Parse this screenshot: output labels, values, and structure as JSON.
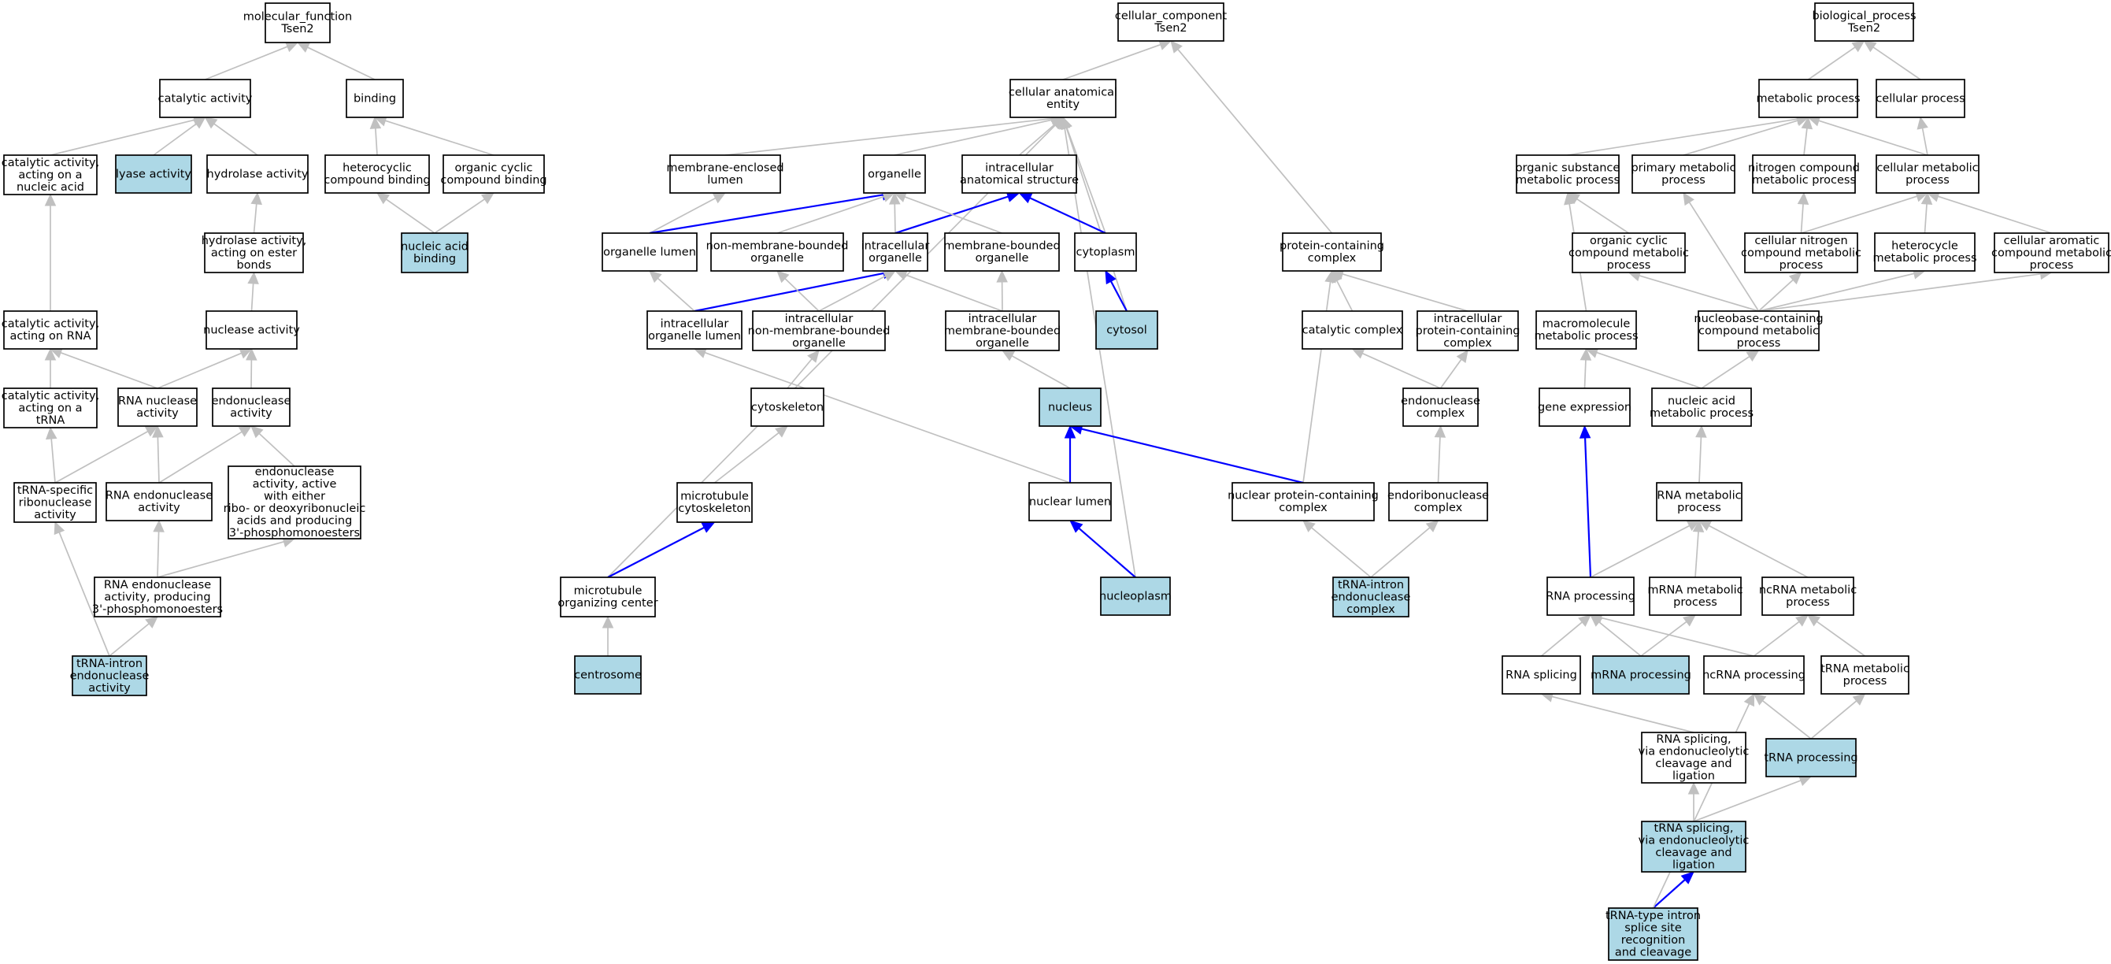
{
  "colors": {
    "plain_fill": "#ffffff",
    "highlight_fill": "#add8e6",
    "grey_edge": "#c0c0c0",
    "blue_edge": "#0000ff",
    "border": "#000000"
  },
  "nodes": [
    {
      "id": "mf",
      "lines": [
        "molecular_function",
        "Tsen2"
      ],
      "highlight": false
    },
    {
      "id": "catalytic",
      "lines": [
        "catalytic activity"
      ],
      "highlight": false
    },
    {
      "id": "binding",
      "lines": [
        "binding"
      ],
      "highlight": false
    },
    {
      "id": "cat_na",
      "lines": [
        "catalytic activity,",
        "acting on a",
        "nucleic acid"
      ],
      "highlight": false
    },
    {
      "id": "lyase",
      "lines": [
        "lyase activity"
      ],
      "highlight": true
    },
    {
      "id": "hydrolase",
      "lines": [
        "hydrolase activity"
      ],
      "highlight": false
    },
    {
      "id": "hetero_bind",
      "lines": [
        "heterocyclic",
        "compound binding"
      ],
      "highlight": false
    },
    {
      "id": "orgcyc_bind",
      "lines": [
        "organic cyclic",
        "compound binding"
      ],
      "highlight": false
    },
    {
      "id": "hydro_ester",
      "lines": [
        "hydrolase activity,",
        "acting on ester",
        "bonds"
      ],
      "highlight": false
    },
    {
      "id": "na_bind",
      "lines": [
        "nucleic acid",
        "binding"
      ],
      "highlight": true
    },
    {
      "id": "cat_rna",
      "lines": [
        "catalytic activity,",
        "acting on RNA"
      ],
      "highlight": false
    },
    {
      "id": "nuclease",
      "lines": [
        "nuclease activity"
      ],
      "highlight": false
    },
    {
      "id": "cat_trna",
      "lines": [
        "catalytic activity,",
        "acting on a",
        "tRNA"
      ],
      "highlight": false
    },
    {
      "id": "rna_nuclease",
      "lines": [
        "RNA nuclease",
        "activity"
      ],
      "highlight": false
    },
    {
      "id": "endonuclease",
      "lines": [
        "endonuclease",
        "activity"
      ],
      "highlight": false
    },
    {
      "id": "trna_ribonuc",
      "lines": [
        "tRNA-specific",
        "ribonuclease",
        "activity"
      ],
      "highlight": false
    },
    {
      "id": "rna_endo",
      "lines": [
        "RNA endonuclease",
        "activity"
      ],
      "highlight": false
    },
    {
      "id": "endo_active",
      "lines": [
        "endonuclease",
        "activity, active",
        "with either",
        "ribo- or deoxyribonucleic",
        "acids and producing",
        "3'-phosphomonoesters"
      ],
      "highlight": false
    },
    {
      "id": "rna_endo_3p",
      "lines": [
        "RNA endonuclease",
        "activity, producing",
        "3'-phosphomonoesters"
      ],
      "highlight": false
    },
    {
      "id": "trna_intron_endo_act",
      "lines": [
        "tRNA-intron",
        "endonuclease",
        "activity"
      ],
      "highlight": true
    },
    {
      "id": "cc",
      "lines": [
        "cellular_component",
        "Tsen2"
      ],
      "highlight": false
    },
    {
      "id": "cae",
      "lines": [
        "cellular anatomical",
        "entity"
      ],
      "highlight": false
    },
    {
      "id": "mem_lumen",
      "lines": [
        "membrane-enclosed",
        "lumen"
      ],
      "highlight": false
    },
    {
      "id": "organelle",
      "lines": [
        "organelle"
      ],
      "highlight": false
    },
    {
      "id": "ias",
      "lines": [
        "intracellular",
        "anatomical structure"
      ],
      "highlight": false
    },
    {
      "id": "org_lumen",
      "lines": [
        "organelle lumen"
      ],
      "highlight": false
    },
    {
      "id": "nonmem_org",
      "lines": [
        "non-membrane-bounded",
        "organelle"
      ],
      "highlight": false
    },
    {
      "id": "ic_org",
      "lines": [
        "intracellular",
        "organelle"
      ],
      "highlight": false
    },
    {
      "id": "mem_org",
      "lines": [
        "membrane-bounded",
        "organelle"
      ],
      "highlight": false
    },
    {
      "id": "cytoplasm",
      "lines": [
        "cytoplasm"
      ],
      "highlight": false
    },
    {
      "id": "ic_org_lumen",
      "lines": [
        "intracellular",
        "organelle lumen"
      ],
      "highlight": false
    },
    {
      "id": "ic_nonmem_org",
      "lines": [
        "intracellular",
        "non-membrane-bounded",
        "organelle"
      ],
      "highlight": false
    },
    {
      "id": "ic_mem_org",
      "lines": [
        "intracellular",
        "membrane-bounded",
        "organelle"
      ],
      "highlight": false
    },
    {
      "id": "cytosol",
      "lines": [
        "cytosol"
      ],
      "highlight": true
    },
    {
      "id": "cytoskeleton",
      "lines": [
        "cytoskeleton"
      ],
      "highlight": false
    },
    {
      "id": "nucleus",
      "lines": [
        "nucleus"
      ],
      "highlight": true
    },
    {
      "id": "mt_cytoskel",
      "lines": [
        "microtubule",
        "cytoskeleton"
      ],
      "highlight": false
    },
    {
      "id": "nuc_lumen",
      "lines": [
        "nuclear lumen"
      ],
      "highlight": false
    },
    {
      "id": "mtoc",
      "lines": [
        "microtubule",
        "organizing center"
      ],
      "highlight": false
    },
    {
      "id": "nucleoplasm",
      "lines": [
        "nucleoplasm"
      ],
      "highlight": true
    },
    {
      "id": "centrosome",
      "lines": [
        "centrosome"
      ],
      "highlight": true
    },
    {
      "id": "prot_complex",
      "lines": [
        "protein-containing",
        "complex"
      ],
      "highlight": false
    },
    {
      "id": "cat_complex",
      "lines": [
        "catalytic complex"
      ],
      "highlight": false
    },
    {
      "id": "ic_prot_complex",
      "lines": [
        "intracellular",
        "protein-containing",
        "complex"
      ],
      "highlight": false
    },
    {
      "id": "endo_complex",
      "lines": [
        "endonuclease",
        "complex"
      ],
      "highlight": false
    },
    {
      "id": "nuc_prot_complex",
      "lines": [
        "nuclear protein-containing",
        "complex"
      ],
      "highlight": false
    },
    {
      "id": "endoribo_complex",
      "lines": [
        "endoribonuclease",
        "complex"
      ],
      "highlight": false
    },
    {
      "id": "trna_intron_complex",
      "lines": [
        "tRNA-intron",
        "endonuclease",
        "complex"
      ],
      "highlight": true
    },
    {
      "id": "bp",
      "lines": [
        "biological_process",
        "Tsen2"
      ],
      "highlight": false
    },
    {
      "id": "metabolic",
      "lines": [
        "metabolic process"
      ],
      "highlight": false
    },
    {
      "id": "cellular_proc",
      "lines": [
        "cellular process"
      ],
      "highlight": false
    },
    {
      "id": "org_subst",
      "lines": [
        "organic substance",
        "metabolic process"
      ],
      "highlight": false
    },
    {
      "id": "primary_met",
      "lines": [
        "primary metabolic",
        "process"
      ],
      "highlight": false
    },
    {
      "id": "nitro_met",
      "lines": [
        "nitrogen compound",
        "metabolic process"
      ],
      "highlight": false
    },
    {
      "id": "cell_met",
      "lines": [
        "cellular metabolic",
        "process"
      ],
      "highlight": false
    },
    {
      "id": "orgcyc_met",
      "lines": [
        "organic cyclic",
        "compound metabolic",
        "process"
      ],
      "highlight": false
    },
    {
      "id": "cell_nitro",
      "lines": [
        "cellular nitrogen",
        "compound metabolic",
        "process"
      ],
      "highlight": false
    },
    {
      "id": "hetero_met",
      "lines": [
        "heterocycle",
        "metabolic process"
      ],
      "highlight": false
    },
    {
      "id": "cell_arom",
      "lines": [
        "cellular aromatic",
        "compound metabolic",
        "process"
      ],
      "highlight": false
    },
    {
      "id": "macro_met",
      "lines": [
        "macromolecule",
        "metabolic process"
      ],
      "highlight": false
    },
    {
      "id": "nucbase_met",
      "lines": [
        "nucleobase-containing",
        "compound metabolic",
        "process"
      ],
      "highlight": false
    },
    {
      "id": "gene_expr",
      "lines": [
        "gene expression"
      ],
      "highlight": false
    },
    {
      "id": "na_met",
      "lines": [
        "nucleic acid",
        "metabolic process"
      ],
      "highlight": false
    },
    {
      "id": "rna_met",
      "lines": [
        "RNA metabolic",
        "process"
      ],
      "highlight": false
    },
    {
      "id": "rna_proc",
      "lines": [
        "RNA processing"
      ],
      "highlight": false
    },
    {
      "id": "mrna_met",
      "lines": [
        "mRNA metabolic",
        "process"
      ],
      "highlight": false
    },
    {
      "id": "ncrna_met",
      "lines": [
        "ncRNA metabolic",
        "process"
      ],
      "highlight": false
    },
    {
      "id": "rna_splicing",
      "lines": [
        "RNA splicing"
      ],
      "highlight": false
    },
    {
      "id": "mrna_proc",
      "lines": [
        "mRNA processing"
      ],
      "highlight": true
    },
    {
      "id": "ncrna_proc",
      "lines": [
        "ncRNA processing"
      ],
      "highlight": false
    },
    {
      "id": "trna_met",
      "lines": [
        "tRNA metabolic",
        "process"
      ],
      "highlight": false
    },
    {
      "id": "rna_splice_endo",
      "lines": [
        "RNA splicing,",
        "via endonucleolytic",
        "cleavage and",
        "ligation"
      ],
      "highlight": false
    },
    {
      "id": "trna_proc",
      "lines": [
        "tRNA processing"
      ],
      "highlight": true
    },
    {
      "id": "trna_splice_endo",
      "lines": [
        "tRNA splicing,",
        "via endonucleolytic",
        "cleavage and",
        "ligation"
      ],
      "highlight": true
    },
    {
      "id": "trna_intron_recog",
      "lines": [
        "tRNA-type intron",
        "splice site",
        "recognition",
        "and cleavage"
      ],
      "highlight": true
    }
  ],
  "edges": [
    {
      "from": "catalytic",
      "to": "mf",
      "blue": false
    },
    {
      "from": "binding",
      "to": "mf",
      "blue": false
    },
    {
      "from": "cat_na",
      "to": "catalytic",
      "blue": false
    },
    {
      "from": "lyase",
      "to": "catalytic",
      "blue": false
    },
    {
      "from": "hydrolase",
      "to": "catalytic",
      "blue": false
    },
    {
      "from": "hetero_bind",
      "to": "binding",
      "blue": false
    },
    {
      "from": "orgcyc_bind",
      "to": "binding",
      "blue": false
    },
    {
      "from": "hydro_ester",
      "to": "hydrolase",
      "blue": false
    },
    {
      "from": "na_bind",
      "to": "hetero_bind",
      "blue": false
    },
    {
      "from": "na_bind",
      "to": "orgcyc_bind",
      "blue": false
    },
    {
      "from": "cat_rna",
      "to": "cat_na",
      "blue": false
    },
    {
      "from": "nuclease",
      "to": "hydro_ester",
      "blue": false
    },
    {
      "from": "cat_trna",
      "to": "cat_rna",
      "blue": false
    },
    {
      "from": "rna_nuclease",
      "to": "cat_rna",
      "blue": false
    },
    {
      "from": "rna_nuclease",
      "to": "nuclease",
      "blue": false
    },
    {
      "from": "endonuclease",
      "to": "nuclease",
      "blue": false
    },
    {
      "from": "trna_ribonuc",
      "to": "cat_trna",
      "blue": false
    },
    {
      "from": "trna_ribonuc",
      "to": "rna_nuclease",
      "blue": false
    },
    {
      "from": "rna_endo",
      "to": "rna_nuclease",
      "blue": false
    },
    {
      "from": "rna_endo",
      "to": "endonuclease",
      "blue": false
    },
    {
      "from": "endo_active",
      "to": "endonuclease",
      "blue": false
    },
    {
      "from": "rna_endo_3p",
      "to": "rna_endo",
      "blue": false
    },
    {
      "from": "rna_endo_3p",
      "to": "endo_active",
      "blue": false
    },
    {
      "from": "trna_intron_endo_act",
      "to": "trna_ribonuc",
      "blue": false
    },
    {
      "from": "trna_intron_endo_act",
      "to": "rna_endo_3p",
      "blue": false
    },
    {
      "from": "cae",
      "to": "cc",
      "blue": false
    },
    {
      "from": "prot_complex",
      "to": "cc",
      "blue": false
    },
    {
      "from": "mem_lumen",
      "to": "cae",
      "blue": false
    },
    {
      "from": "organelle",
      "to": "cae",
      "blue": false
    },
    {
      "from": "ias",
      "to": "cae",
      "blue": false
    },
    {
      "from": "cytoplasm",
      "to": "cae",
      "blue": false
    },
    {
      "from": "cytosol",
      "to": "cae",
      "blue": false
    },
    {
      "from": "mtoc",
      "to": "cae",
      "blue": false
    },
    {
      "from": "nucleoplasm",
      "to": "cae",
      "blue": false
    },
    {
      "from": "org_lumen",
      "to": "mem_lumen",
      "blue": false
    },
    {
      "from": "org_lumen",
      "to": "organelle",
      "blue": true
    },
    {
      "from": "nonmem_org",
      "to": "organelle",
      "blue": false
    },
    {
      "from": "ic_org",
      "to": "organelle",
      "blue": false
    },
    {
      "from": "ic_org",
      "to": "ias",
      "blue": true
    },
    {
      "from": "mem_org",
      "to": "organelle",
      "blue": false
    },
    {
      "from": "cytoplasm",
      "to": "ias",
      "blue": true
    },
    {
      "from": "ic_org_lumen",
      "to": "org_lumen",
      "blue": false
    },
    {
      "from": "ic_org_lumen",
      "to": "ic_org",
      "blue": true
    },
    {
      "from": "ic_nonmem_org",
      "to": "nonmem_org",
      "blue": false
    },
    {
      "from": "ic_nonmem_org",
      "to": "ic_org",
      "blue": false
    },
    {
      "from": "ic_mem_org",
      "to": "ic_org",
      "blue": false
    },
    {
      "from": "ic_mem_org",
      "to": "mem_org",
      "blue": false
    },
    {
      "from": "cytosol",
      "to": "cytoplasm",
      "blue": true
    },
    {
      "from": "cytoskeleton",
      "to": "ic_nonmem_org",
      "blue": false
    },
    {
      "from": "nucleus",
      "to": "ic_mem_org",
      "blue": false
    },
    {
      "from": "mt_cytoskel",
      "to": "cytoskeleton",
      "blue": false
    },
    {
      "from": "nuc_lumen",
      "to": "ic_org_lumen",
      "blue": false
    },
    {
      "from": "nuc_lumen",
      "to": "nucleus",
      "blue": true
    },
    {
      "from": "mtoc",
      "to": "mt_cytoskel",
      "blue": true
    },
    {
      "from": "nucleoplasm",
      "to": "nuc_lumen",
      "blue": true
    },
    {
      "from": "centrosome",
      "to": "mtoc",
      "blue": false
    },
    {
      "from": "cat_complex",
      "to": "prot_complex",
      "blue": false
    },
    {
      "from": "ic_prot_complex",
      "to": "prot_complex",
      "blue": false
    },
    {
      "from": "nuc_prot_complex",
      "to": "prot_complex",
      "blue": false
    },
    {
      "from": "endo_complex",
      "to": "cat_complex",
      "blue": false
    },
    {
      "from": "endo_complex",
      "to": "ic_prot_complex",
      "blue": false
    },
    {
      "from": "nuc_prot_complex",
      "to": "nucleus",
      "blue": true
    },
    {
      "from": "endoribo_complex",
      "to": "endo_complex",
      "blue": false
    },
    {
      "from": "trna_intron_complex",
      "to": "nuc_prot_complex",
      "blue": false
    },
    {
      "from": "trna_intron_complex",
      "to": "endoribo_complex",
      "blue": false
    },
    {
      "from": "metabolic",
      "to": "bp",
      "blue": false
    },
    {
      "from": "cellular_proc",
      "to": "bp",
      "blue": false
    },
    {
      "from": "org_subst",
      "to": "metabolic",
      "blue": false
    },
    {
      "from": "primary_met",
      "to": "metabolic",
      "blue": false
    },
    {
      "from": "nitro_met",
      "to": "metabolic",
      "blue": false
    },
    {
      "from": "cell_met",
      "to": "metabolic",
      "blue": false
    },
    {
      "from": "cell_met",
      "to": "cellular_proc",
      "blue": false
    },
    {
      "from": "orgcyc_met",
      "to": "org_subst",
      "blue": false
    },
    {
      "from": "cell_nitro",
      "to": "nitro_met",
      "blue": false
    },
    {
      "from": "cell_nitro",
      "to": "cell_met",
      "blue": false
    },
    {
      "from": "hetero_met",
      "to": "cell_met",
      "blue": false
    },
    {
      "from": "cell_arom",
      "to": "cell_met",
      "blue": false
    },
    {
      "from": "macro_met",
      "to": "org_subst",
      "blue": false
    },
    {
      "from": "nucbase_met",
      "to": "primary_met",
      "blue": false
    },
    {
      "from": "nucbase_met",
      "to": "orgcyc_met",
      "blue": false
    },
    {
      "from": "nucbase_met",
      "to": "cell_nitro",
      "blue": false
    },
    {
      "from": "nucbase_met",
      "to": "hetero_met",
      "blue": false
    },
    {
      "from": "nucbase_met",
      "to": "cell_arom",
      "blue": false
    },
    {
      "from": "na_met",
      "to": "macro_met",
      "blue": false
    },
    {
      "from": "na_met",
      "to": "nucbase_met",
      "blue": false
    },
    {
      "from": "gene_expr",
      "to": "macro_met",
      "blue": false
    },
    {
      "from": "rna_met",
      "to": "na_met",
      "blue": false
    },
    {
      "from": "rna_proc",
      "to": "gene_expr",
      "blue": true
    },
    {
      "from": "rna_proc",
      "to": "rna_met",
      "blue": false
    },
    {
      "from": "mrna_met",
      "to": "rna_met",
      "blue": false
    },
    {
      "from": "ncrna_met",
      "to": "rna_met",
      "blue": false
    },
    {
      "from": "rna_splicing",
      "to": "rna_proc",
      "blue": false
    },
    {
      "from": "mrna_proc",
      "to": "rna_proc",
      "blue": false
    },
    {
      "from": "mrna_proc",
      "to": "mrna_met",
      "blue": false
    },
    {
      "from": "ncrna_proc",
      "to": "rna_proc",
      "blue": false
    },
    {
      "from": "ncrna_proc",
      "to": "ncrna_met",
      "blue": false
    },
    {
      "from": "trna_met",
      "to": "ncrna_met",
      "blue": false
    },
    {
      "from": "rna_splice_endo",
      "to": "rna_splicing",
      "blue": false
    },
    {
      "from": "trna_proc",
      "to": "ncrna_proc",
      "blue": false
    },
    {
      "from": "trna_proc",
      "to": "trna_met",
      "blue": false
    },
    {
      "from": "trna_splice_endo",
      "to": "rna_splice_endo",
      "blue": false
    },
    {
      "from": "trna_splice_endo",
      "to": "trna_proc",
      "blue": false
    },
    {
      "from": "trna_intron_recog",
      "to": "trna_splice_endo",
      "blue": true
    },
    {
      "from": "trna_intron_recog",
      "to": "ncrna_proc",
      "blue": false
    }
  ]
}
